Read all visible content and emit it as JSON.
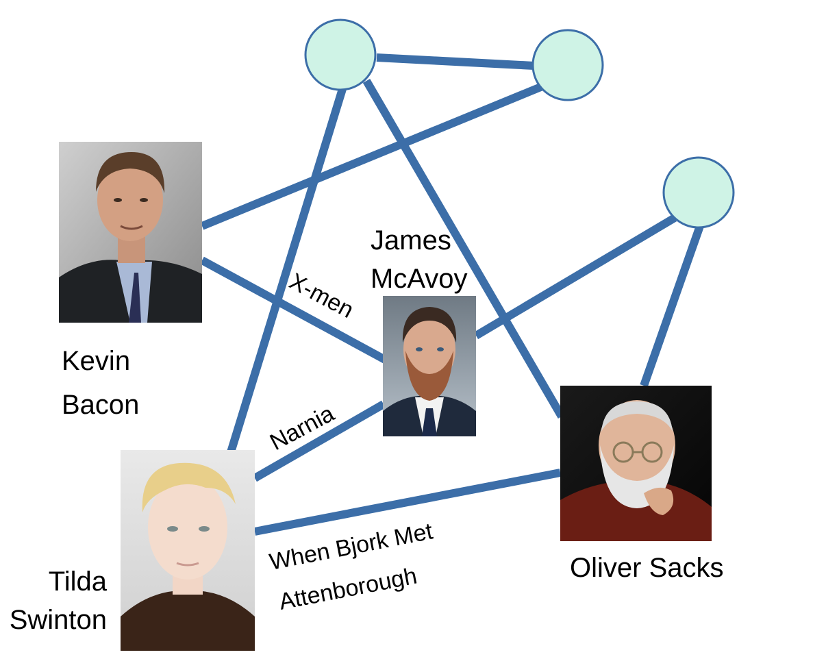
{
  "colors": {
    "edge": "#3C6EA8",
    "node_fill": "#CFF3E6",
    "node_stroke": "#3C6EA8",
    "text": "#000000"
  },
  "people": {
    "kevin_bacon": {
      "line1": "Kevin",
      "line2": "Bacon",
      "icon": "kevin-bacon-photo"
    },
    "james_mcavoy": {
      "line1": "James",
      "line2": "McAvoy",
      "icon": "james-mcavoy-photo"
    },
    "tilda_swinton": {
      "line1": "Tilda",
      "line2": "Swinton",
      "icon": "tilda-swinton-photo"
    },
    "oliver_sacks": {
      "line1": "Oliver Sacks",
      "icon": "oliver-sacks-photo"
    }
  },
  "edge_labels": {
    "xmen": "X-men",
    "narnia": "Narnia",
    "bjork_line1": "When Bjork Met",
    "bjork_line2": "Attenborough"
  }
}
